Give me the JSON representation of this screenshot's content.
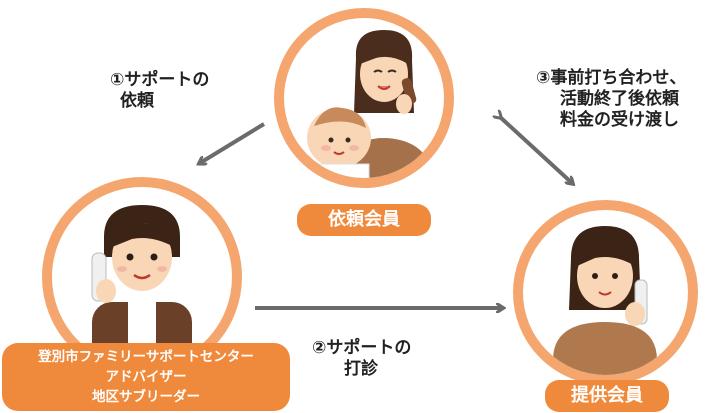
{
  "nodes": {
    "requester": "依頼会員",
    "provider": "提供会員",
    "center": {
      "line1": "登別市ファミリーサポートセンター",
      "line2": "アドバイザー",
      "line3": "地区サブリーダー"
    }
  },
  "edges": {
    "request": {
      "line1": "①サポートの",
      "line2": "依頼"
    },
    "sound_out": {
      "line1": "②サポートの",
      "line2": "打診"
    },
    "arrange": {
      "line1": "③事前打ち合わせ、",
      "line2": "活動終了後依頼",
      "line3": "料金の受け渡し"
    }
  },
  "colors": {
    "accent": "#ef8a3c",
    "ring": "#f4a66e",
    "arrow": "#6b6b6b",
    "text": "#222222"
  }
}
